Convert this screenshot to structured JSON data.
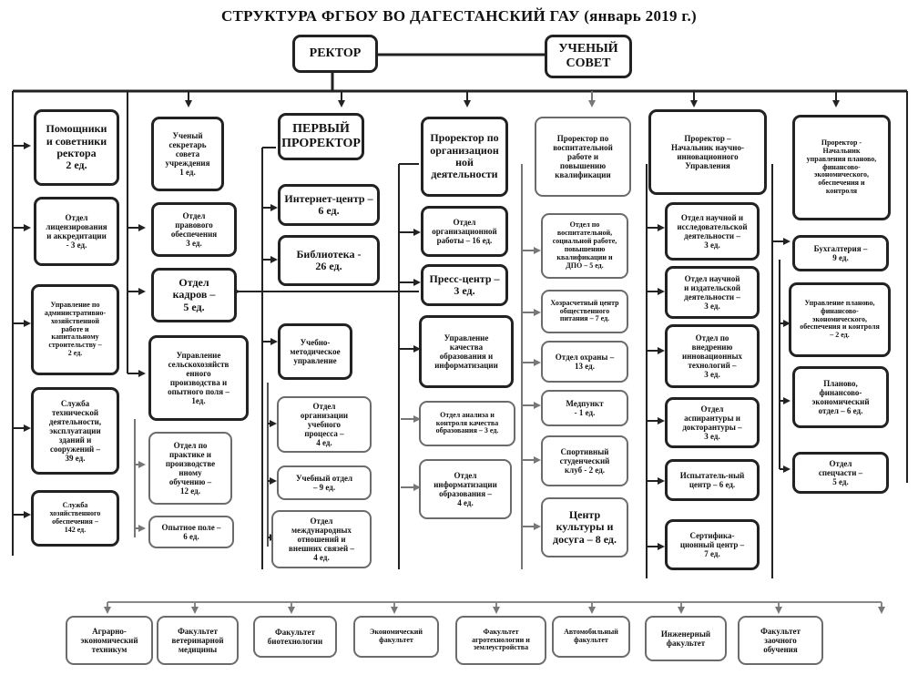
{
  "title": "СТРУКТУРА ФГБОУ ВО ДАГЕСТАНСКИЙ ГАУ (январь 2019 г.)",
  "top": {
    "rector": "РЕКТОР",
    "council": "УЧЕНЫЙ\nСОВЕТ"
  },
  "col1": [
    "Помощники\nи советники\nректора\n2 ед.",
    "Отдел\nлицензирования\nи аккредитации\n- 3 ед.",
    "Управление по\nадминистративно-\nхозяйственной\nработе и\nкапитальному\nстроительству –\n2 ед.",
    "Служба\nтехнической\nдеятельности,\nэксплуатации\nзданий и\nсооружений –\n39 ед.",
    "Служба\nхозяйственного\nобеспечения –\n142 ед."
  ],
  "col2": [
    "Ученый\nсекретарь\nсовета\nучреждения\n1 ед.",
    "Отдел\nправового\nобеспечения\n3 ед.",
    "Отдел\nкадров –\n5 ед.",
    "Управление\nсельскохозяйств\nенного\nпроизводства и\nопытного поля –\n1ед.",
    "Отдел по\nпрактике и\nпроизводстве\nнному\nобучению –\n12 ед.",
    "Опытное поле –\n6 ед."
  ],
  "col3": [
    "ПЕРВЫЙ\nПРОРЕКТОР",
    "Интернет-центр –\n6 ед.",
    "Библиотека -\n26 ед.",
    "Учебно-\nметодическое\nуправление",
    "Отдел\nорганизации\nучебного\nпроцесса –\n4 ед.",
    "Учебный  отдел\n– 9 ед.",
    "Отдел\nмеждународных\nотношений и\nвнешних связей –\n4 ед."
  ],
  "col4": [
    "Проректор по\nорганизацион\nной\nдеятельности",
    "Отдел\nорганизационной\nработы – 16 ед.",
    "Пресс-центр –\n3 ед.",
    "Управление\nкачества\nобразования и\nинформатизации",
    "Отдел анализа и\nконтроля качества\nобразования – 3 ед.",
    "Отдел\nинформатизации\nобразования –\n4 ед."
  ],
  "col5": [
    "Проректор по\nвоспитательной\nработе и\nповышению\nквалификации",
    "Отдел по\nвоспитательной,\nсоциальной работе,\nповышению\nквалификации и\nДПО – 5 ед.",
    "Хозрасчетный центр\nобщественного\nпитания – 7 ед.",
    "Отдел охраны –\n13 ед.",
    "Медпункт\n- 1 ед.",
    "Спортивный\nстуденческий\nклуб - 2 ед.",
    "Центр\nкультуры и\nдосуга – 8 ед."
  ],
  "col6": [
    "Проректор –\nНачальник  научно-\nинновационного\nУправления",
    "Отдел научной и\nисследовательской\nдеятельности –\n3 ед.",
    "Отдел научной\nи издательской\nдеятельности –\n3 ед.",
    "Отдел по\nвнедрению\nинновационных\nтехнологий –\n3 ед.",
    "Отдел\nаспирантуры и\nдокторантуры –\n3 ед.",
    "Испытатель-ный\nцентр – 6 ед.",
    "Сертифика-\nционный центр –\n7 ед."
  ],
  "col7": [
    "Проректор -\nНачальник\nуправления планово,\nфинансово-\nэкономического,\nобеспечения и\nконтроля",
    "Бухгалтерия –\n9 ед.",
    "Управление планово,\nфинансово-\nэкономического,\nобеспечения и контроля\n– 2 ед.",
    "Планово,\nфинансово-\nэкономический\nотдел – 6 ед.",
    "Отдел\nспецчасти –\n5 ед."
  ],
  "bottom": [
    "Аграрно-\nэкономический\nтехникум",
    "Факультет\nветеринарной\nмедицины",
    "Факультет\nбиотехнологии",
    "Экономический\nфакультет",
    "Факультет\nагротехнологии и\nземлеустройства",
    "Автомобильный\nфакультет",
    "Инженерный\nфакультет",
    "Факультет\nзаочного\nобучения"
  ]
}
